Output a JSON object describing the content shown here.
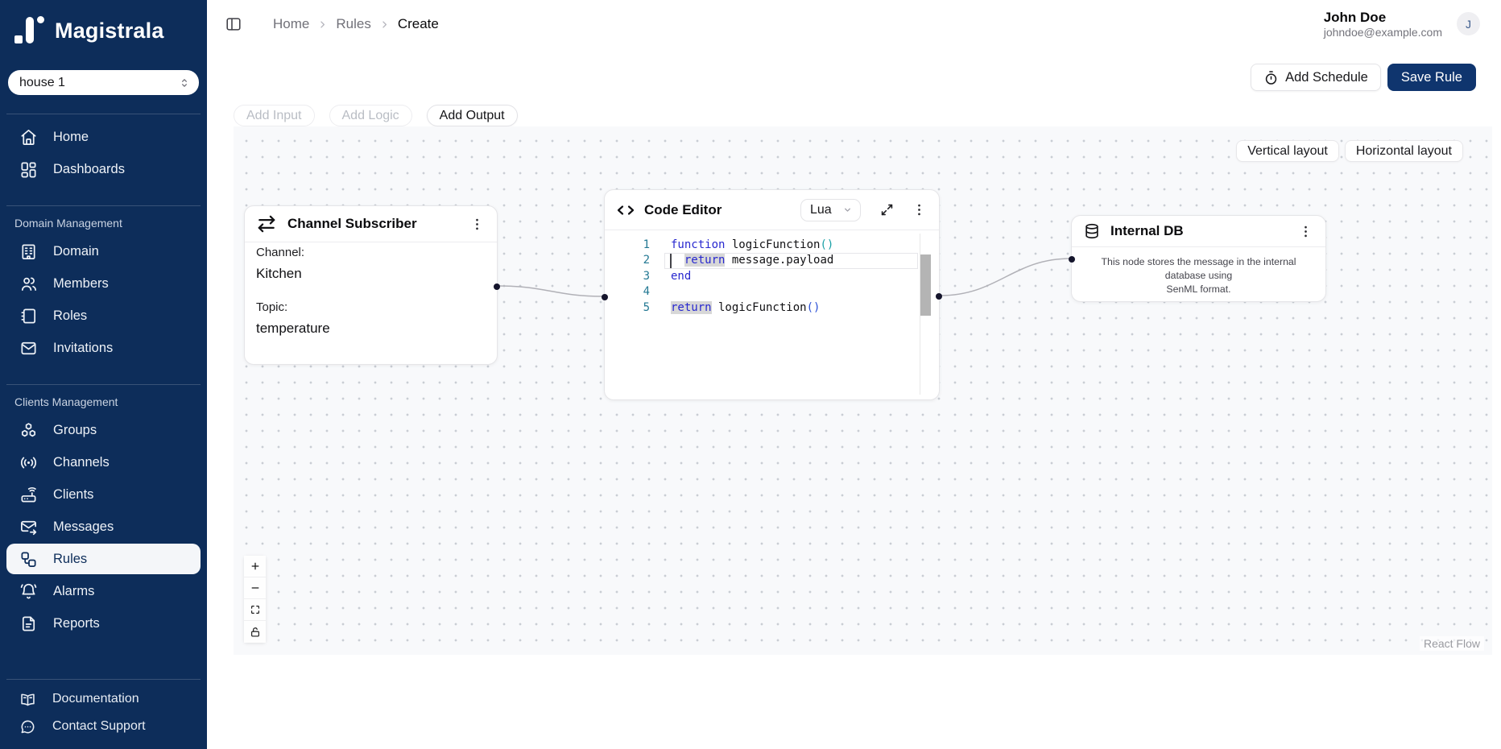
{
  "sidebar": {
    "logo_text": "Magistrala",
    "workspace_select": {
      "value": "house 1",
      "icon": "chevrons-up-down-icon"
    },
    "nav": [
      {
        "label": "Home",
        "icon": "home-icon"
      },
      {
        "label": "Dashboards",
        "icon": "dashboards-icon"
      }
    ],
    "sections": [
      {
        "label": "Domain Management",
        "items": [
          {
            "label": "Domain",
            "icon": "building-icon"
          },
          {
            "label": "Members",
            "icon": "users-icon"
          },
          {
            "label": "Roles",
            "icon": "notebook-icon"
          },
          {
            "label": "Invitations",
            "icon": "mail-icon"
          }
        ]
      },
      {
        "label": "Clients Management",
        "items": [
          {
            "label": "Groups",
            "icon": "boxes-icon"
          },
          {
            "label": "Channels",
            "icon": "radio-icon"
          },
          {
            "label": "Clients",
            "icon": "router-icon"
          },
          {
            "label": "Messages",
            "icon": "mail-arrow-icon"
          },
          {
            "label": "Rules",
            "icon": "workflow-icon",
            "active": true
          },
          {
            "label": "Alarms",
            "icon": "bell-icon"
          },
          {
            "label": "Reports",
            "icon": "file-text-icon"
          }
        ]
      }
    ],
    "footer": [
      {
        "label": "Documentation",
        "icon": "book-open-icon"
      },
      {
        "label": "Contact Support",
        "icon": "chat-bubble-icon"
      }
    ]
  },
  "header": {
    "breadcrumb": [
      {
        "label": "Home"
      },
      {
        "label": "Rules"
      },
      {
        "label": "Create"
      }
    ],
    "user": {
      "name": "John Doe",
      "email": "johndoe@example.com",
      "avatar_initial": "J"
    }
  },
  "toolbar": {
    "add_schedule": "Add Schedule",
    "save_rule": "Save Rule"
  },
  "palette": {
    "add_input": "Add Input",
    "add_logic": "Add Logic",
    "add_output": "Add Output"
  },
  "canvas": {
    "layout_buttons": {
      "vertical": "Vertical layout",
      "horizontal": "Horizontal layout"
    },
    "attribution": "React Flow",
    "controls": [
      "zoom-in-icon",
      "zoom-out-icon",
      "fit-view-icon",
      "unlock-icon"
    ],
    "nodes": {
      "channel_subscriber": {
        "title": "Channel Subscriber",
        "channel_label": "Channel:",
        "channel_value": "Kitchen",
        "topic_label": "Topic:",
        "topic_value": "temperature"
      },
      "code_editor": {
        "title": "Code Editor",
        "language": "Lua",
        "line_numbers": [
          "1",
          "2",
          "3",
          "4",
          "5"
        ],
        "code": {
          "l1": {
            "kw": "function",
            "name": " logicFunction",
            "paren": "()"
          },
          "l2": {
            "indent": "  ",
            "kw": "return",
            "rest": " message.payload"
          },
          "l3": {
            "kw": "end"
          },
          "l5": {
            "kw": "return",
            "name": " logicFunction",
            "paren": "()"
          }
        }
      },
      "internal_db": {
        "title": "Internal DB",
        "description_lines": [
          "This node stores the message in the internal database using",
          "SenML format."
        ]
      }
    }
  },
  "colors": {
    "sidebar_bg": "#0d2d5a",
    "primary_button": "#0f356e",
    "canvas_bg": "#f8f9fb",
    "edge": "#b1b1b7",
    "code_keyword": "#2828cf",
    "code_line_number": "#237893",
    "code_paren_teal": "#1aa0a6",
    "code_paren_blue": "#2a50d6",
    "code_highlight_bg": "#d7d7d7"
  }
}
